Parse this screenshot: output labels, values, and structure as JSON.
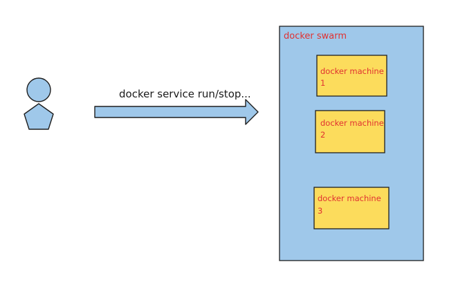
{
  "diagram": {
    "arrow_label": "docker service run/stop...",
    "swarm": {
      "label": "docker swarm",
      "fill": "#9fc8ea",
      "stroke": "#1e1e1e",
      "text_color": "#e03131"
    },
    "machines": [
      {
        "label": "docker machine",
        "number": "1"
      },
      {
        "label": "docker machine",
        "number": "2"
      },
      {
        "label": "docker machine",
        "number": "3"
      }
    ],
    "machine_style": {
      "fill": "#fcdc5c",
      "stroke": "#1e1e1e",
      "text_color": "#e03131"
    },
    "user_icon": {
      "name": "person-icon",
      "fill": "#9fc8ea",
      "stroke": "#1e1e1e"
    },
    "arrow": {
      "fill": "#9fc8ea",
      "stroke": "#1e1e1e"
    }
  }
}
